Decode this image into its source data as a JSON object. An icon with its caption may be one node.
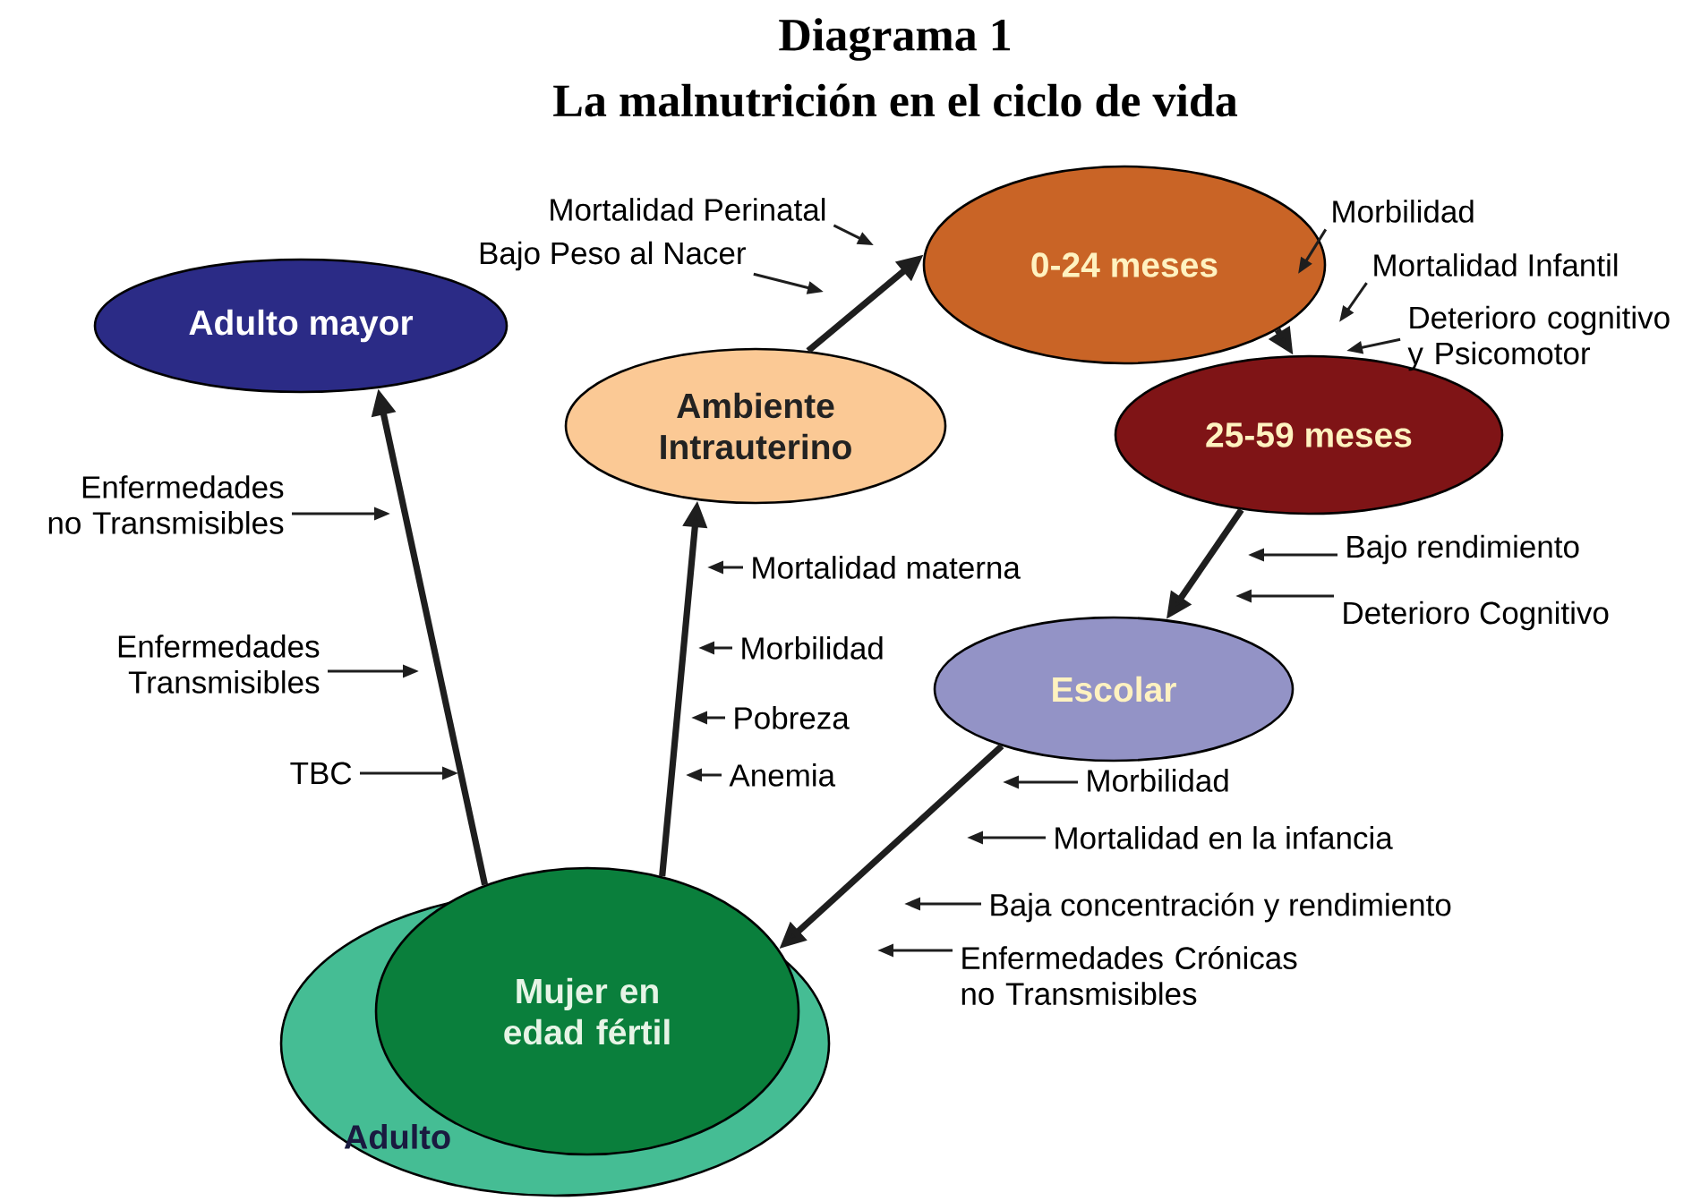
{
  "diagram": {
    "title": "Diagrama 1",
    "nodes": [
      {
        "text": [
          "Adulto mayor"
        ]
      },
      {
        "text": [
          "Ambiente Intrauterino"
        ]
      },
      {
        "text": [
          "0-24 meses"
        ]
      },
      {
        "text": [
          "25-59 meses"
        ]
      },
      {
        "text": [
          "Escolar"
        ]
      },
      {
        "text": [
          "Adulto"
        ]
      },
      {
        "text": [
          "Mujer en edad fértil"
        ]
      },
      {
        "text": [
          "Mortalidad Perinatal"
        ]
      },
      {
        "text": [
          "Bajo Peso al Nacer"
        ]
      },
      {
        "text": [
          "Morbilidad"
        ]
      },
      {
        "text": [
          "Mortalidad Infantil"
        ]
      },
      {
        "text": [
          "Deterioro cognitivo y Psicomotor"
        ]
      },
      {
        "text": [
          "Enfermedades no Transmisibles"
        ]
      },
      {
        "text": [
          "Enfermedades Transmisibles"
        ]
      },
      {
        "text": [
          "TBC"
        ]
      },
      {
        "text": [
          "Mortalidad materna"
        ]
      },
      {
        "text": [
          "Morbilidad"
        ]
      },
      {
        "text": [
          "Pobreza"
        ]
      },
      {
        "text": [
          "Anemia"
        ]
      },
      {
        "text": [
          "Bajo rendimiento"
        ]
      },
      {
        "text": [
          "Deterioro Cognitivo"
        ]
      },
      {
        "text": [
          "Morbilidad"
        ]
      },
      {
        "text": [
          "Mortalidad en la infancia"
        ]
      },
      {
        "text": [
          "Baja concentración y rendimiento"
        ]
      },
      {
        "text": [
          "Enfermedades Crónicas no Transmisibles"
        ]
      }
    ],
    "edges": [
      {
        "from": 6,
        "to": 0,
        "arrow": "to",
        "style": "thick"
      },
      {
        "from": 6,
        "to": 1,
        "arrow": "to",
        "style": "thick"
      },
      {
        "from": 1,
        "to": 2,
        "arrow": "to",
        "style": "thick"
      },
      {
        "from": 2,
        "to": 3,
        "arrow": "to",
        "style": "thick"
      },
      {
        "from": 3,
        "to": 4,
        "arrow": "to",
        "style": "thick"
      },
      {
        "from": 4,
        "to": 6,
        "arrow": "to",
        "style": "thick"
      },
      {
        "from": 7,
        "to": null,
        "arrow": "to"
      },
      {
        "from": 8,
        "to": null,
        "arrow": "to"
      },
      {
        "from": 9,
        "to": 2,
        "arrow": "to"
      },
      {
        "from": 10,
        "to": null,
        "arrow": "to"
      },
      {
        "from": 11,
        "to": 3,
        "arrow": "to"
      },
      {
        "from": 12,
        "to": null,
        "arrow": "to"
      },
      {
        "from": 13,
        "to": null,
        "arrow": "to"
      },
      {
        "from": 14,
        "to": null,
        "arrow": "to"
      },
      {
        "from": 15,
        "to": null,
        "arrow": "to"
      },
      {
        "from": 16,
        "to": null,
        "arrow": "to"
      },
      {
        "from": 17,
        "to": null,
        "arrow": "to"
      },
      {
        "from": 18,
        "to": null,
        "arrow": "to"
      },
      {
        "from": 19,
        "to": null,
        "arrow": "to"
      },
      {
        "from": 20,
        "to": null,
        "arrow": "to"
      },
      {
        "from": 21,
        "to": null,
        "arrow": "to"
      },
      {
        "from": 22,
        "to": null,
        "arrow": "to"
      },
      {
        "from": 23,
        "to": null,
        "arrow": "to"
      },
      {
        "from": 24,
        "to": null,
        "arrow": "to"
      }
    ],
    "labels": [
      "La malnutrición en el ciclo de vida"
    ]
  }
}
